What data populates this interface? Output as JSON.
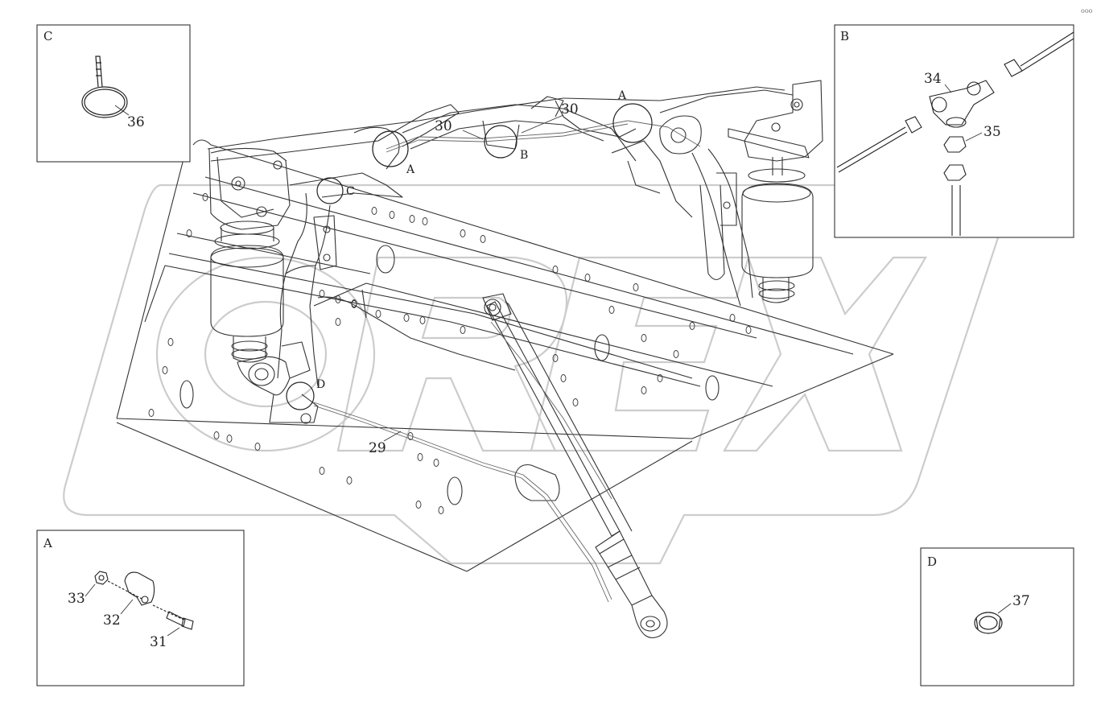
{
  "top_right_note": "ooo",
  "watermark": {
    "text": "OREX"
  },
  "detail_boxes": [
    {
      "id": "A",
      "label": "A",
      "callouts": [
        "33",
        "32",
        "31"
      ]
    },
    {
      "id": "B",
      "label": "B",
      "callouts": [
        "34",
        "35"
      ]
    },
    {
      "id": "C",
      "label": "C",
      "callouts": [
        "36"
      ]
    },
    {
      "id": "D",
      "label": "D",
      "callouts": [
        "37"
      ]
    }
  ],
  "main_callouts": [
    "30",
    "30",
    "29"
  ],
  "detail_circles": [
    "A",
    "A",
    "B",
    "C",
    "D"
  ]
}
